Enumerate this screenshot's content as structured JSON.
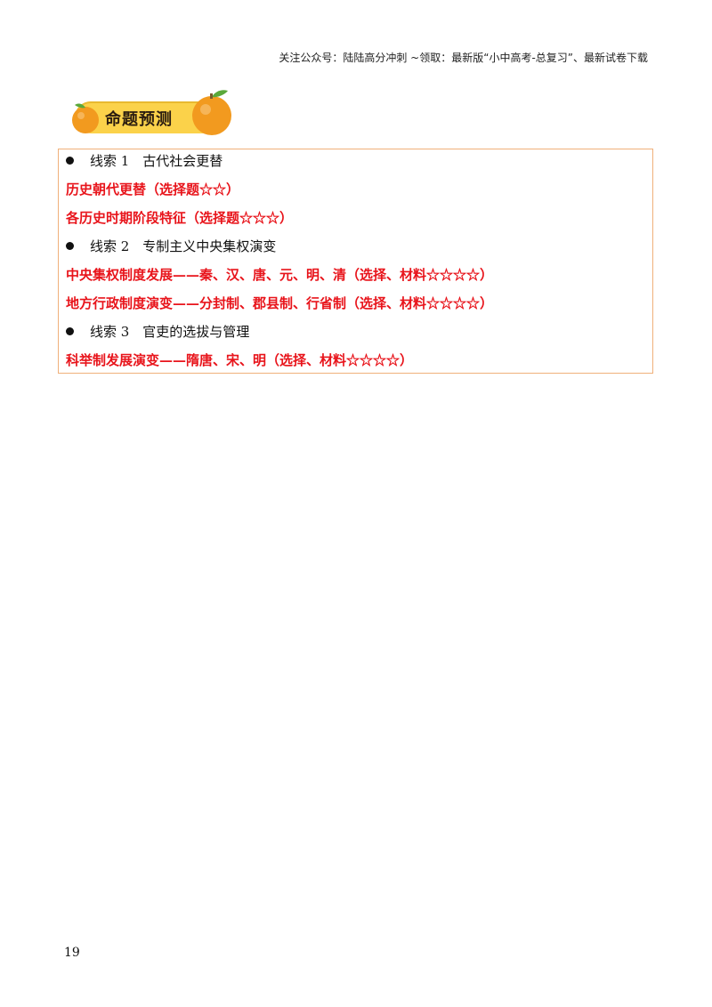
{
  "header": {
    "text": "关注公众号：陆陆高分冲刺 ~领取：最新版“小中高考-总复习”、最新试卷下载"
  },
  "banner": {
    "title": "命题预测"
  },
  "clues": [
    {
      "heading": "线索 1　古代社会更替",
      "items": [
        "历史朝代更替（选择题☆☆）",
        "各历史时期阶段特征（选择题☆☆☆）"
      ]
    },
    {
      "heading": "线索 2　专制主义中央集权演变",
      "items": [
        "中央集权制度发展——秦、汉、唐、元、明、清（选择、材料☆☆☆☆）",
        "地方行政制度演变——分封制、郡县制、行省制（选择、材料☆☆☆☆）"
      ]
    },
    {
      "heading": "线索 3　官吏的选拔与管理",
      "items": [
        "科举制发展演变——隋唐、宋、明（选择、材料☆☆☆☆）"
      ]
    }
  ],
  "page_number": "19",
  "colors": {
    "highlight": "#e8141b",
    "border": "#f0b07a",
    "banner": "#fbd24a",
    "orange": "#f29a1f"
  }
}
